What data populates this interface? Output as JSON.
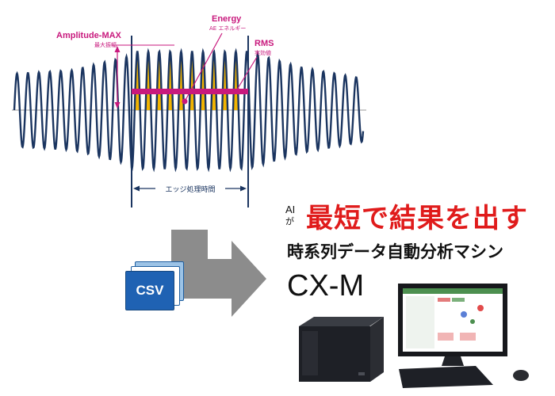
{
  "waveform": {
    "labels": {
      "amplitude_max": "Amplitude-MAX",
      "amplitude_max_jp": "最大振幅",
      "energy": "Energy",
      "energy_jp": "AE エネルギー",
      "rms": "RMS",
      "rms_jp": "実効値",
      "edge_time": "エッジ処理時間"
    },
    "colors": {
      "wave": "#1b3560",
      "highlight": "#f2b400",
      "annotation": "#c8197d"
    }
  },
  "arrow": {
    "color": "#8c8c8c"
  },
  "csv": {
    "label": "CSV",
    "color": "#1f62b3"
  },
  "headline": {
    "ai": "AI",
    "ga": "が",
    "main": "最短で結果を出す"
  },
  "subhead": "時系列データ自動分析マシン",
  "product": "CX-M",
  "hardware": {
    "icons": [
      "tower-pc-icon",
      "monitor-icon",
      "keyboard-icon",
      "mouse-icon"
    ]
  }
}
